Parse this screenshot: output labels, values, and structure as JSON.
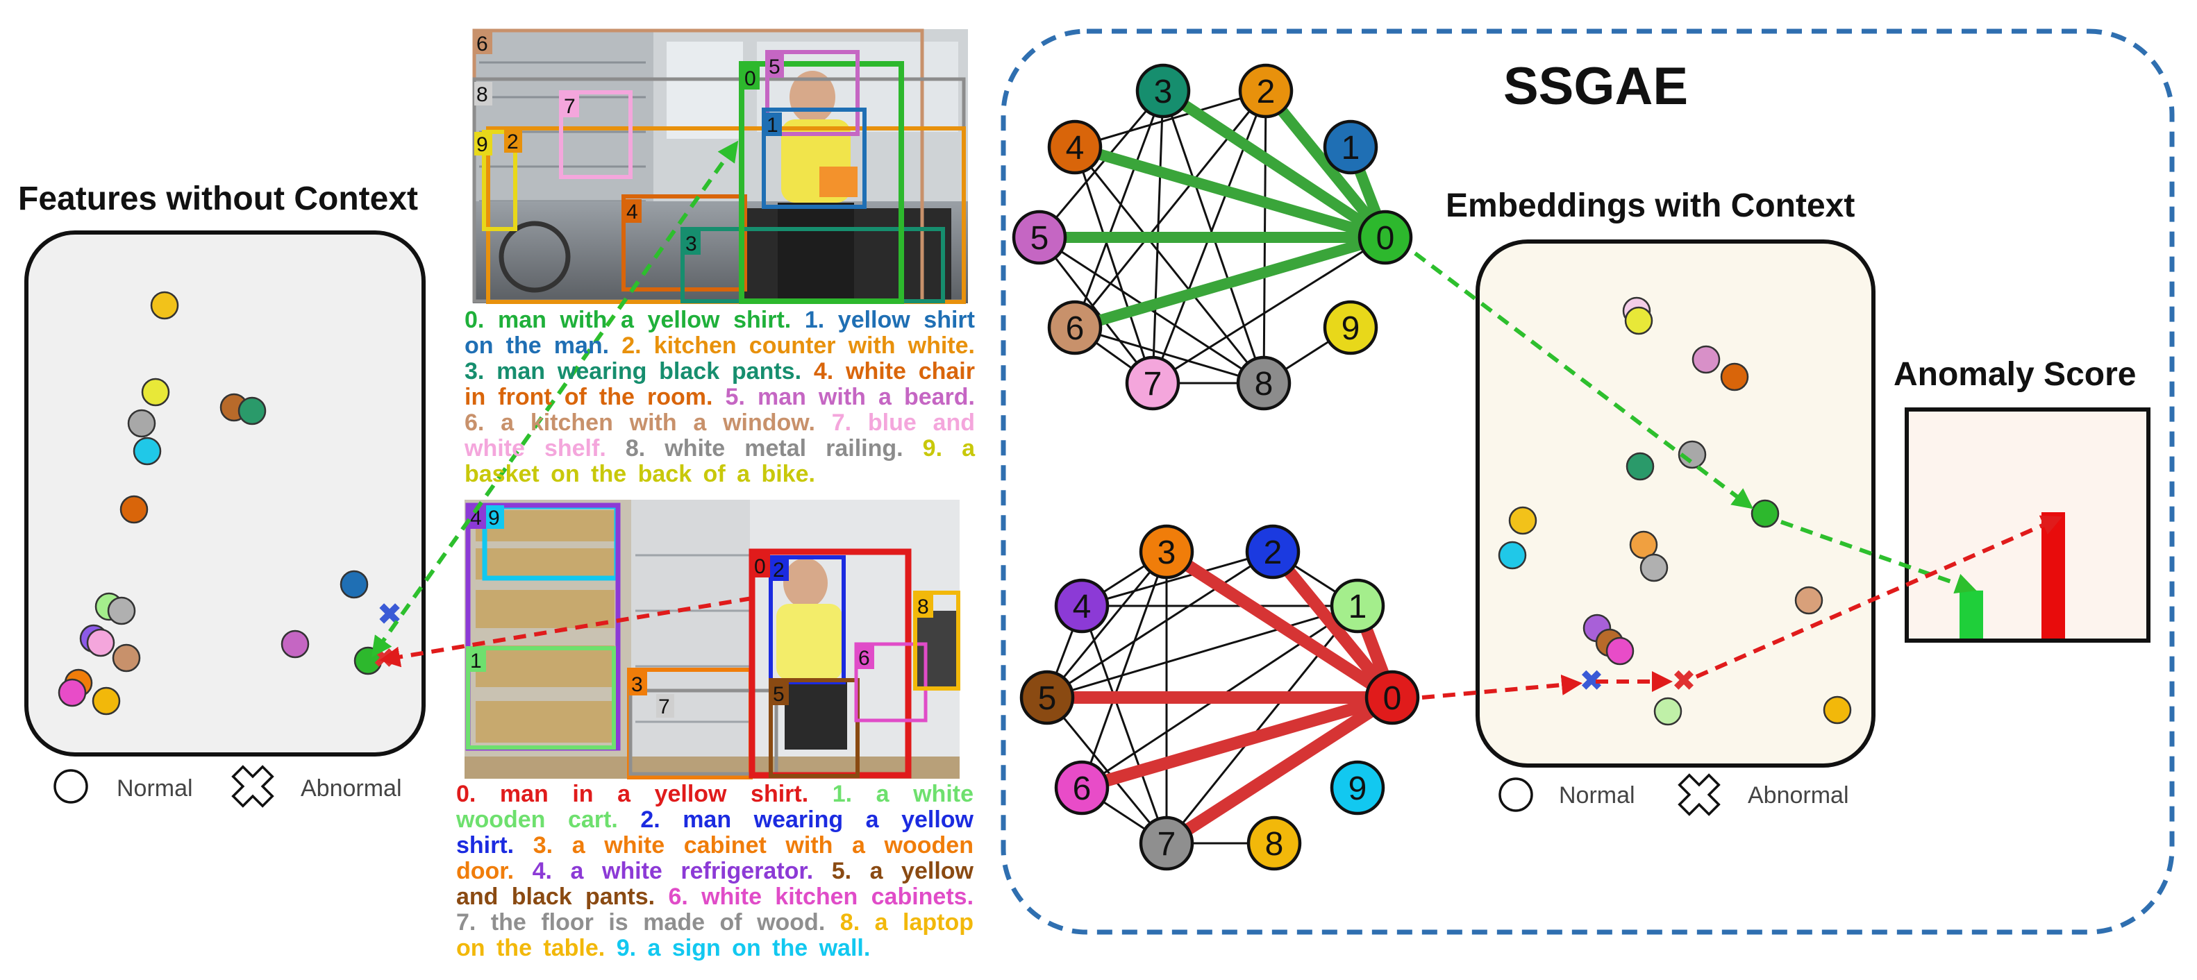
{
  "colors": {
    "green": "#2db82d",
    "red": "#e01b1b",
    "blue_border": "#2f6fb0",
    "context_panel_bg": "#fbf7ec",
    "feature_panel_bg": "#f0f0f0",
    "score_panel_bg": "#fdf4ee",
    "graph1_edge": "#3aa53a",
    "graph2_edge": "#d63434"
  },
  "titles": {
    "features_without_context": "Features without Context",
    "embeddings_with_context": "Embeddings with Context",
    "ssgae": "SSGAE",
    "anomaly_score": "Anomaly Score"
  },
  "legend": {
    "normal": "Normal",
    "abnormal": "Abnormal"
  },
  "scene1": {
    "box_labels": [
      "0",
      "1",
      "2",
      "3",
      "4",
      "5",
      "6",
      "7",
      "8",
      "9"
    ],
    "captions": [
      {
        "text": "0. man with a yellow shirt.",
        "color": "#1fb03a"
      },
      {
        "text": "1. yellow shirt on the man.",
        "color": "#1f6fb4"
      },
      {
        "text": "2. kitchen counter with white.",
        "color": "#e8910c"
      },
      {
        "text": "3. man wearing black pants.",
        "color": "#168e6e"
      },
      {
        "text": "4. white chair in front of the room.",
        "color": "#d9650a"
      },
      {
        "text": "5. man with a beard.",
        "color": "#c566c3"
      },
      {
        "text": "6. a kitchen with a window.",
        "color": "#c8916b"
      },
      {
        "text": "7. blue and white shelf.",
        "color": "#f4a6dc"
      },
      {
        "text": "8. white metal railing.",
        "color": "#8c8c8c"
      },
      {
        "text": "9. a basket on the back of a bike.",
        "color": "#c8c80a"
      }
    ]
  },
  "scene2": {
    "box_labels": [
      "0",
      "1",
      "2",
      "3",
      "4",
      "5",
      "6",
      "7",
      "8",
      "9"
    ],
    "captions": [
      {
        "text": "0. man in a yellow shirt.",
        "color": "#e01b1b"
      },
      {
        "text": "1. a white wooden cart.",
        "color": "#6ee06e"
      },
      {
        "text": "2. man wearing a yellow shirt.",
        "color": "#1b2be0"
      },
      {
        "text": "3. a white cabinet with a wooden door.",
        "color": "#f07d0a"
      },
      {
        "text": "4. a white refrigerator.",
        "color": "#8c3ad6"
      },
      {
        "text": "5. a yellow and black pants.",
        "color": "#8a4a12"
      },
      {
        "text": "6. white kitchen cabinets.",
        "color": "#e04cc8"
      },
      {
        "text": "7. the floor is made of wood.",
        "color": "#8f8f8f"
      },
      {
        "text": "8. a laptop on the table.",
        "color": "#f2b80a"
      },
      {
        "text": "9. a sign on the wall.",
        "color": "#12c8f0"
      }
    ]
  },
  "graph1": {
    "node_labels": [
      "0",
      "1",
      "2",
      "3",
      "4",
      "5",
      "6",
      "7",
      "8",
      "9"
    ],
    "node_colors": [
      "#2db82d",
      "#1f6fb4",
      "#e8910c",
      "#168e6e",
      "#d9650a",
      "#c566c3",
      "#c8916b",
      "#f4a6dc",
      "#8c8c8c",
      "#e8d81a"
    ]
  },
  "graph2": {
    "node_labels": [
      "0",
      "1",
      "2",
      "3",
      "4",
      "5",
      "6",
      "7",
      "8",
      "9"
    ],
    "node_colors": [
      "#e01b1b",
      "#a4ee8c",
      "#1b3ae0",
      "#f07d0a",
      "#8c3ad6",
      "#8a4a12",
      "#e84cc8",
      "#8f8f8f",
      "#f2b80a",
      "#12c8f0"
    ]
  },
  "anomaly_scores": {
    "normal_score": 0.38,
    "abnormal_score": 1.0,
    "normal_color": "#1fcf3a",
    "abnormal_color": "#e80c0c"
  }
}
